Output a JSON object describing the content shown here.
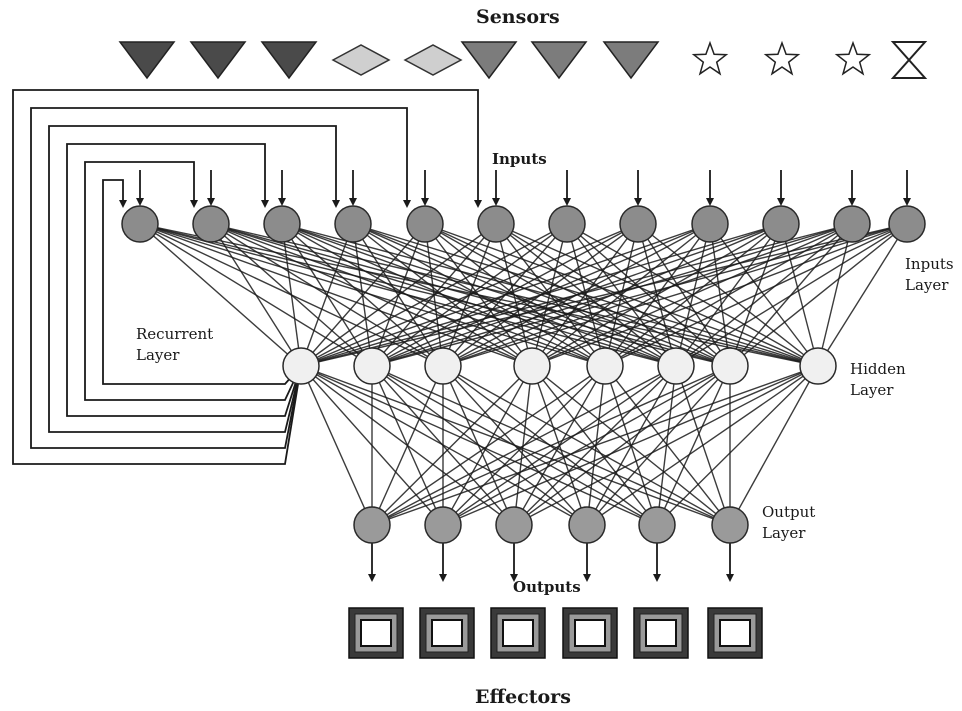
{
  "labels": {
    "sensors": "Sensors",
    "inputs": "Inputs",
    "inputs_layer": [
      "Inputs",
      "Layer"
    ],
    "recurrent_layer": [
      "Recurrent",
      "Layer"
    ],
    "hidden_layer": [
      "Hidden",
      "Layer"
    ],
    "output_layer": [
      "Output",
      "Layer"
    ],
    "outputs": "Outputs",
    "effectors": "Effectors"
  },
  "sensors": [
    {
      "shape": "triangle",
      "fill": "#4a4a4a"
    },
    {
      "shape": "triangle",
      "fill": "#4a4a4a"
    },
    {
      "shape": "triangle",
      "fill": "#4a4a4a"
    },
    {
      "shape": "diamond",
      "fill": "#cfcfcf"
    },
    {
      "shape": "diamond",
      "fill": "#cfcfcf"
    },
    {
      "shape": "triangle",
      "fill": "#7c7c7c"
    },
    {
      "shape": "triangle",
      "fill": "#7c7c7c"
    },
    {
      "shape": "triangle",
      "fill": "#7c7c7c"
    },
    {
      "shape": "star",
      "fill": "#ffffff"
    },
    {
      "shape": "star",
      "fill": "#ffffff"
    },
    {
      "shape": "star",
      "fill": "#ffffff"
    },
    {
      "shape": "hourglass",
      "fill": "#ffffff"
    }
  ],
  "layers": {
    "input_nodes": 12,
    "hidden_nodes": 8,
    "output_nodes": 6,
    "effectors": 6,
    "recurrent_links": 6
  },
  "colors": {
    "input_node": "#8c8c8c",
    "hidden_node": "#f0f0f0",
    "output_node": "#9a9a9a",
    "line": "#1a1a1a"
  }
}
